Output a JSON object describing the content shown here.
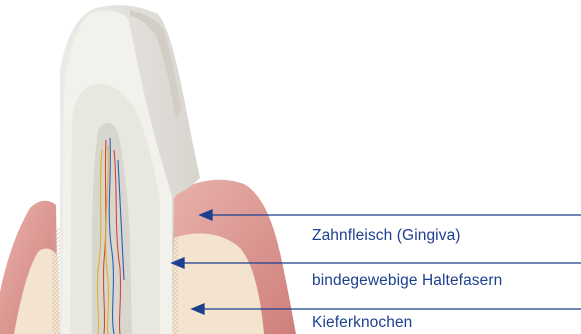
{
  "labels": {
    "gingiva": "Zahnfleisch (Gingiva)",
    "fibers": "bindegewebige Haltefasern",
    "bone": "Kieferknochen"
  },
  "colors": {
    "label_text": "#1c3f8e",
    "leader_line": "#1c3f8e",
    "gum": "#d98c88",
    "bone": "#f3e3cf",
    "enamel": "#e8e6e1",
    "dentin": "#f2f1ec",
    "pulp": "#d7d7cd"
  }
}
